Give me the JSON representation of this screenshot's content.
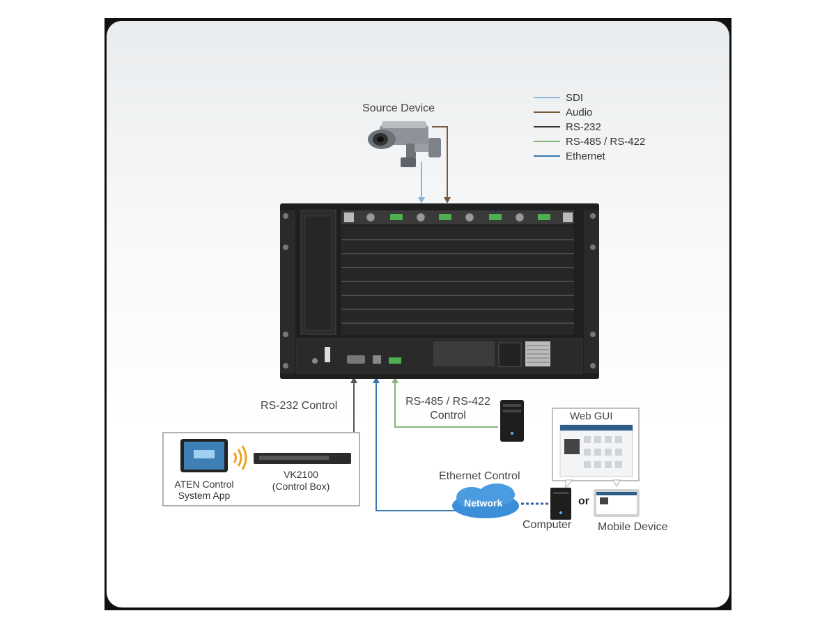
{
  "legend": [
    {
      "label": "SDI",
      "color": "#8fb6d6"
    },
    {
      "label": "Audio",
      "color": "#7a5a3c"
    },
    {
      "label": "RS-232",
      "color": "#333333"
    },
    {
      "label": "RS-485 / RS-422",
      "color": "#8ab57a"
    },
    {
      "label": "Ethernet",
      "color": "#3b76b0"
    }
  ],
  "source_device": "Source Device",
  "rs232_control": "RS-232 Control",
  "rs485_control_line1": "RS-485 / RS-422",
  "rs485_control_line2": "Control",
  "ethernet_control": "Ethernet Control",
  "web_gui": "Web GUI",
  "aten_app_line1": "ATEN Control",
  "aten_app_line2": "System App",
  "vk_line1": "VK2100",
  "vk_line2": "(Control Box)",
  "network": "Network",
  "computer": "Computer",
  "or": "or",
  "mobile_device": "Mobile Device"
}
